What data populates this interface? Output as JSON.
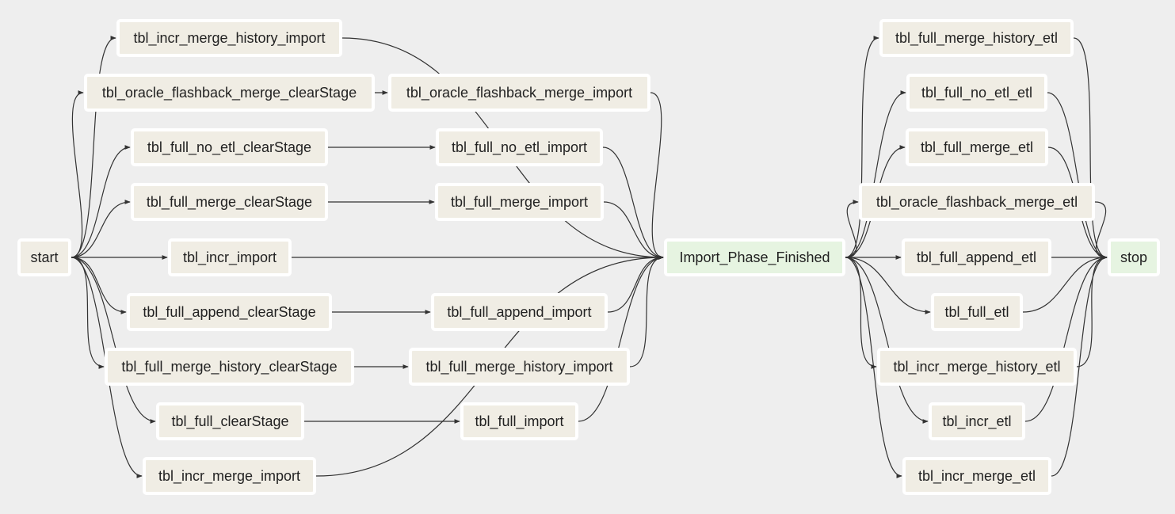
{
  "graph": {
    "nodes": {
      "start": {
        "label": "start",
        "state": "default"
      },
      "n_incr_merge_history_import": {
        "label": "tbl_incr_merge_history_import",
        "state": "default"
      },
      "n_oracle_clear": {
        "label": "tbl_oracle_flashback_merge_clearStage",
        "state": "default"
      },
      "n_oracle_import": {
        "label": "tbl_oracle_flashback_merge_import",
        "state": "default"
      },
      "n_full_no_etl_clear": {
        "label": "tbl_full_no_etl_clearStage",
        "state": "default"
      },
      "n_full_no_etl_import": {
        "label": "tbl_full_no_etl_import",
        "state": "default"
      },
      "n_full_merge_clear": {
        "label": "tbl_full_merge_clearStage",
        "state": "default"
      },
      "n_full_merge_import": {
        "label": "tbl_full_merge_import",
        "state": "default"
      },
      "n_incr_import": {
        "label": "tbl_incr_import",
        "state": "default"
      },
      "n_full_append_clear": {
        "label": "tbl_full_append_clearStage",
        "state": "default"
      },
      "n_full_append_import": {
        "label": "tbl_full_append_import",
        "state": "default"
      },
      "n_full_merge_history_clear": {
        "label": "tbl_full_merge_history_clearStage",
        "state": "default"
      },
      "n_full_merge_history_import": {
        "label": "tbl_full_merge_history_import",
        "state": "default"
      },
      "n_full_clear": {
        "label": "tbl_full_clearStage",
        "state": "default"
      },
      "n_full_import": {
        "label": "tbl_full_import",
        "state": "default"
      },
      "n_incr_merge_import": {
        "label": "tbl_incr_merge_import",
        "state": "default"
      },
      "n_phase": {
        "label": "Import_Phase_Finished",
        "state": "success"
      },
      "n_full_merge_history_etl": {
        "label": "tbl_full_merge_history_etl",
        "state": "default"
      },
      "n_full_no_etl_etl": {
        "label": "tbl_full_no_etl_etl",
        "state": "default"
      },
      "n_full_merge_etl": {
        "label": "tbl_full_merge_etl",
        "state": "default"
      },
      "n_oracle_etl": {
        "label": "tbl_oracle_flashback_merge_etl",
        "state": "default"
      },
      "n_full_append_etl": {
        "label": "tbl_full_append_etl",
        "state": "default"
      },
      "n_full_etl": {
        "label": "tbl_full_etl",
        "state": "default"
      },
      "n_incr_merge_history_etl": {
        "label": "tbl_incr_merge_history_etl",
        "state": "default"
      },
      "n_incr_etl": {
        "label": "tbl_incr_etl",
        "state": "default"
      },
      "n_incr_merge_etl": {
        "label": "tbl_incr_merge_etl",
        "state": "default"
      },
      "stop": {
        "label": "stop",
        "state": "success"
      }
    },
    "edges": [
      [
        "start",
        "n_incr_merge_history_import"
      ],
      [
        "start",
        "n_oracle_clear"
      ],
      [
        "start",
        "n_full_no_etl_clear"
      ],
      [
        "start",
        "n_full_merge_clear"
      ],
      [
        "start",
        "n_incr_import"
      ],
      [
        "start",
        "n_full_append_clear"
      ],
      [
        "start",
        "n_full_merge_history_clear"
      ],
      [
        "start",
        "n_full_clear"
      ],
      [
        "start",
        "n_incr_merge_import"
      ],
      [
        "n_oracle_clear",
        "n_oracle_import"
      ],
      [
        "n_full_no_etl_clear",
        "n_full_no_etl_import"
      ],
      [
        "n_full_merge_clear",
        "n_full_merge_import"
      ],
      [
        "n_full_append_clear",
        "n_full_append_import"
      ],
      [
        "n_full_merge_history_clear",
        "n_full_merge_history_import"
      ],
      [
        "n_full_clear",
        "n_full_import"
      ],
      [
        "n_incr_merge_history_import",
        "n_phase"
      ],
      [
        "n_oracle_import",
        "n_phase"
      ],
      [
        "n_full_no_etl_import",
        "n_phase"
      ],
      [
        "n_full_merge_import",
        "n_phase"
      ],
      [
        "n_incr_import",
        "n_phase"
      ],
      [
        "n_full_append_import",
        "n_phase"
      ],
      [
        "n_full_merge_history_import",
        "n_phase"
      ],
      [
        "n_full_import",
        "n_phase"
      ],
      [
        "n_incr_merge_import",
        "n_phase"
      ],
      [
        "n_phase",
        "n_full_merge_history_etl"
      ],
      [
        "n_phase",
        "n_full_no_etl_etl"
      ],
      [
        "n_phase",
        "n_full_merge_etl"
      ],
      [
        "n_phase",
        "n_oracle_etl"
      ],
      [
        "n_phase",
        "n_full_append_etl"
      ],
      [
        "n_phase",
        "n_full_etl"
      ],
      [
        "n_phase",
        "n_incr_merge_history_etl"
      ],
      [
        "n_phase",
        "n_incr_etl"
      ],
      [
        "n_phase",
        "n_incr_merge_etl"
      ],
      [
        "n_full_merge_history_etl",
        "stop"
      ],
      [
        "n_full_no_etl_etl",
        "stop"
      ],
      [
        "n_full_merge_etl",
        "stop"
      ],
      [
        "n_oracle_etl",
        "stop"
      ],
      [
        "n_full_append_etl",
        "stop"
      ],
      [
        "n_full_etl",
        "stop"
      ],
      [
        "n_incr_merge_history_etl",
        "stop"
      ],
      [
        "n_incr_etl",
        "stop"
      ],
      [
        "n_incr_merge_etl",
        "stop"
      ]
    ]
  }
}
